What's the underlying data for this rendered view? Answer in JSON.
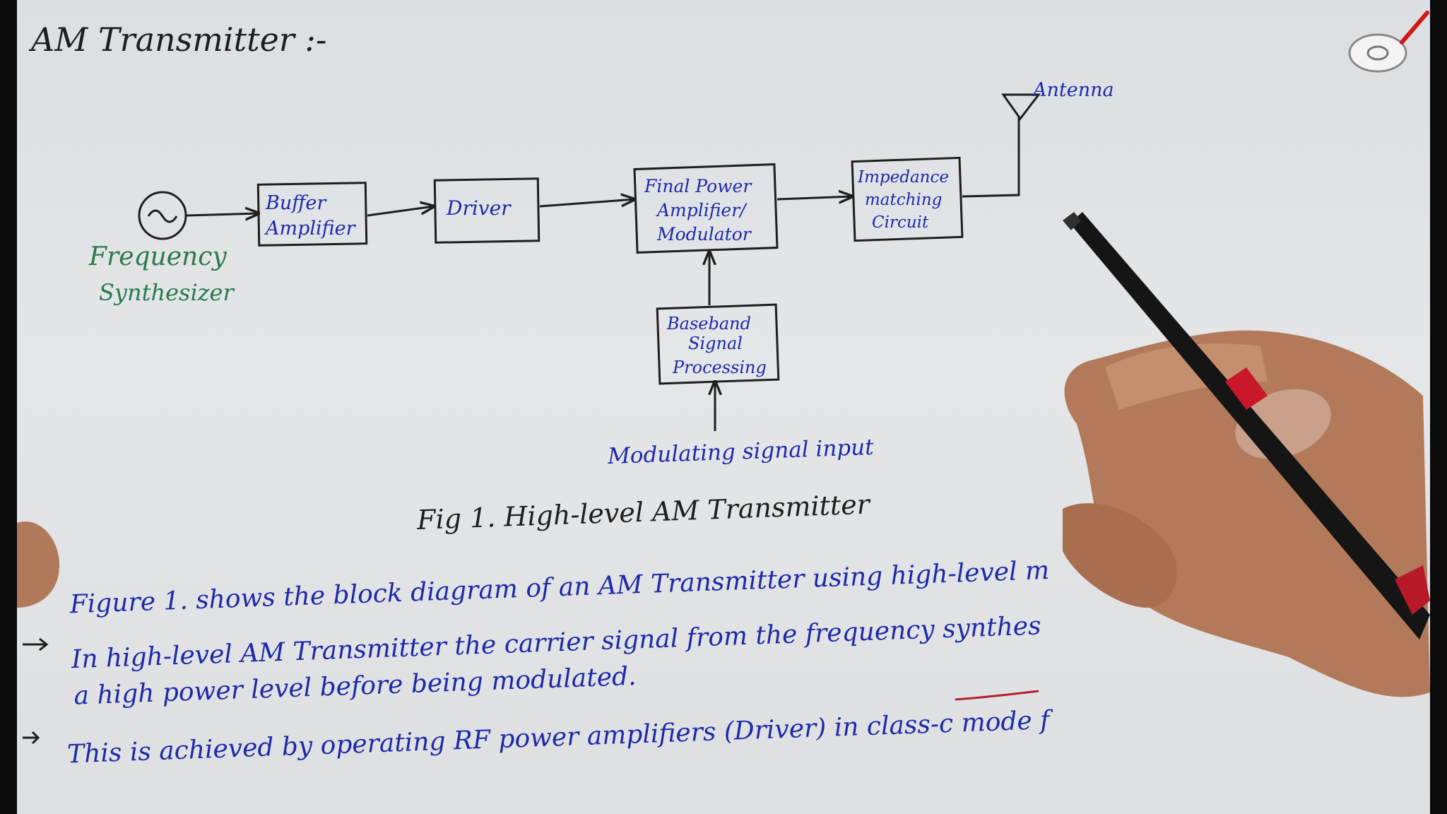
{
  "page_title": "AM Transmitter :-",
  "diagram": {
    "antenna_label": "Antenna",
    "synth_label_line1": "Frequency",
    "synth_label_line2": "Synthesizer",
    "blocks": {
      "buffer": [
        "Buffer",
        "Amplifier"
      ],
      "driver": [
        "Driver"
      ],
      "final": [
        "Final Power",
        "Amplifier/",
        "Modulator"
      ],
      "impedance": [
        "Impedance",
        "matching",
        "Circuit"
      ],
      "baseband": [
        "Baseband",
        "Signal",
        "Processing"
      ]
    },
    "input_label": "Modulating signal input",
    "caption": "Fig 1. High-level AM Transmitter"
  },
  "notes": {
    "line1": "Figure 1. shows the block diagram of an AM Transmitter using high-level m",
    "line2": "In high-level AM Transmitter the carrier signal from the frequency synthes",
    "line3": "a high power level before being modulated.",
    "line4": "This is achieved by operating RF power amplifiers (Driver) in class-c mode f"
  },
  "colors": {
    "board": "#e0e2e4",
    "ink_black": "#1e1e1e",
    "ink_blue": "#1d2aa8",
    "ink_green": "#2a7a4c",
    "underline_red": "#b02030"
  }
}
